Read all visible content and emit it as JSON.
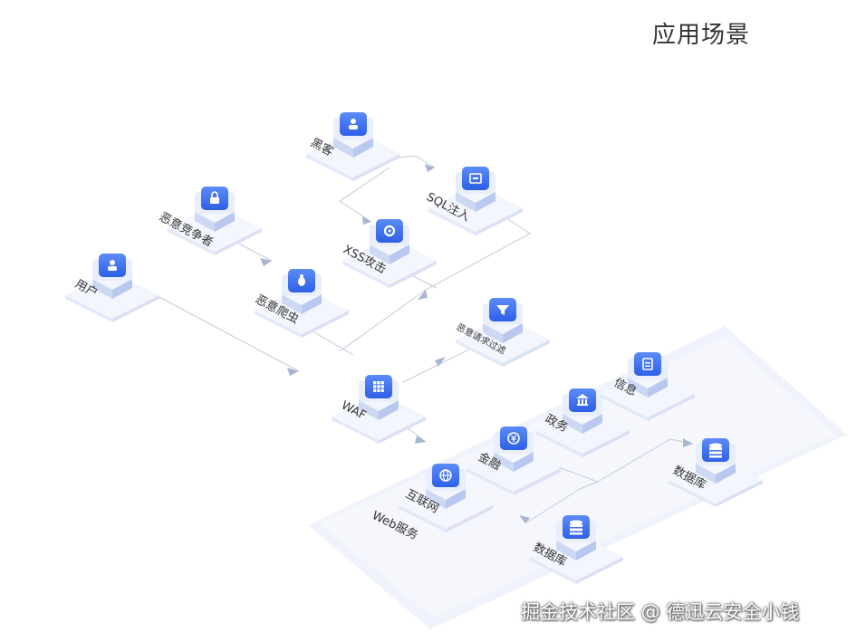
{
  "title": "应用场景",
  "watermark": "掘金技术社区 @ 德迅云安全小钱",
  "colors": {
    "icon": "#3d6ff2",
    "icon_glyph": "#ffffff",
    "box_top": "#e8eefb",
    "box_side": "#cdd8f3",
    "platform": "#f3f6fd",
    "line": "#c4cbd8",
    "arrow": "#a9b6cf",
    "label": "#333333"
  },
  "nodes": {
    "hacker": {
      "label": "黑客",
      "icon": "user-icon"
    },
    "sql_injection": {
      "label": "SQL注入",
      "icon": "code-icon"
    },
    "xss_attack": {
      "label": "XSS攻击",
      "icon": "gear-icon"
    },
    "malicious_competitor": {
      "label": "恶意竞争者",
      "icon": "lock-icon"
    },
    "malicious_crawler": {
      "label": "恶意爬虫",
      "icon": "bug-icon"
    },
    "user": {
      "label": "用户",
      "icon": "person-icon"
    },
    "malicious_request_filter": {
      "label": "恶意请求过滤",
      "icon": "filter-icon"
    },
    "waf": {
      "label": "WAF",
      "icon": "grid-icon"
    },
    "internet": {
      "label": "互联网",
      "icon": "globe-icon"
    },
    "finance": {
      "label": "金融",
      "icon": "yen-icon"
    },
    "government": {
      "label": "政务",
      "icon": "building-icon"
    },
    "information": {
      "label": "信息",
      "icon": "document-icon"
    },
    "database_1": {
      "label": "数据库",
      "icon": "database-icon"
    },
    "database_2": {
      "label": "数据库",
      "icon": "database-icon"
    }
  },
  "web_service_label": "Web服务"
}
